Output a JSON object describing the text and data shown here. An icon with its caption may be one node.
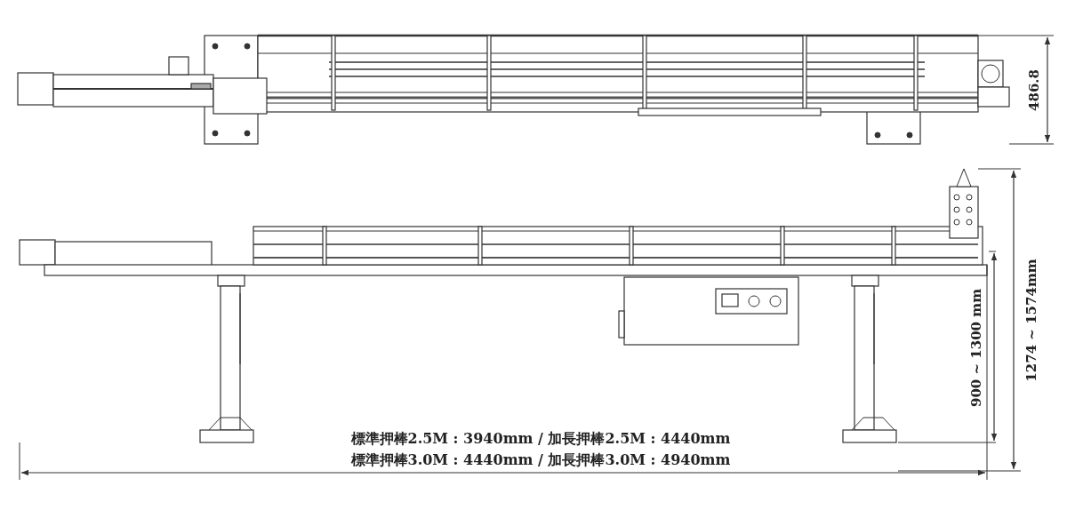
{
  "diagram": {
    "labels": [
      "486.8",
      "900 ~ 1300 mm",
      "1274 ~ 1574mm",
      "標準押棒2.5M : 3940mm / 加長押棒2.5M : 4440mm",
      "標準押棒3.0M : 4440mm / 加長押棒3.0M : 4940mm"
    ]
  }
}
